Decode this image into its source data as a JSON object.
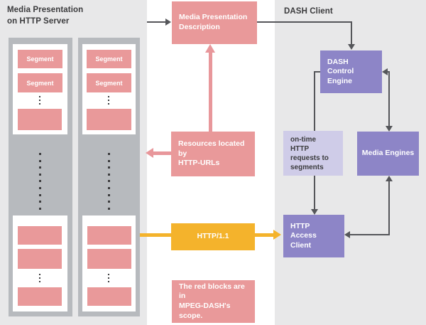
{
  "diagram": {
    "server": {
      "title": "Media Presentation\non HTTP Server",
      "segment_label": "Segment"
    },
    "client": {
      "title": "DASH Client"
    },
    "boxes": {
      "mpd": "Media Presentation\nDescription",
      "resources": "Resources located by\nHTTP-URLs",
      "http11": "HTTP/1.1",
      "note": "The red blocks are in\nMPEG-DASH's scope.",
      "dash_control_engine": "DASH Control\nEngine",
      "on_time_requests": "on-time HTTP\nrequests to\nsegments",
      "media_engines": "Media Engines",
      "http_access_client": "HTTP Access\nClient"
    },
    "colors": {
      "red_block": "#e9999a",
      "purple_block": "#8d85c7",
      "lavender_block": "#cfcce8",
      "yellow_accent": "#f4b32c",
      "panel_gray": "#e8e8e9",
      "column_gray": "#b7babe",
      "connector_gray": "#55565a",
      "text_dark": "#3b3b3d"
    }
  }
}
